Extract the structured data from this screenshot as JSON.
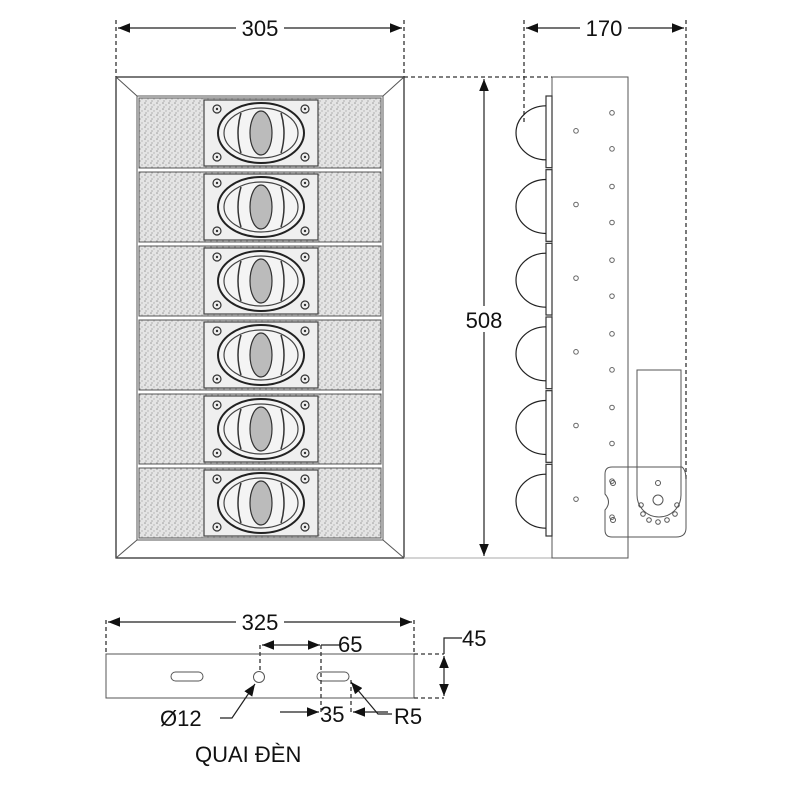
{
  "front_view": {
    "width_label": "305",
    "height_label": "508",
    "module_count": 6
  },
  "side_view": {
    "depth_label": "170",
    "lens_count": 6
  },
  "bracket_view": {
    "title": "QUAI ĐÈN",
    "length_label": "325",
    "slot_spacing_label": "65",
    "height_label": "45",
    "hole_label": "Ø12",
    "slot_length_label": "35",
    "slot_radius_label": "R5"
  },
  "colors": {
    "line": "#222222",
    "panel": "#e6e6e6"
  }
}
